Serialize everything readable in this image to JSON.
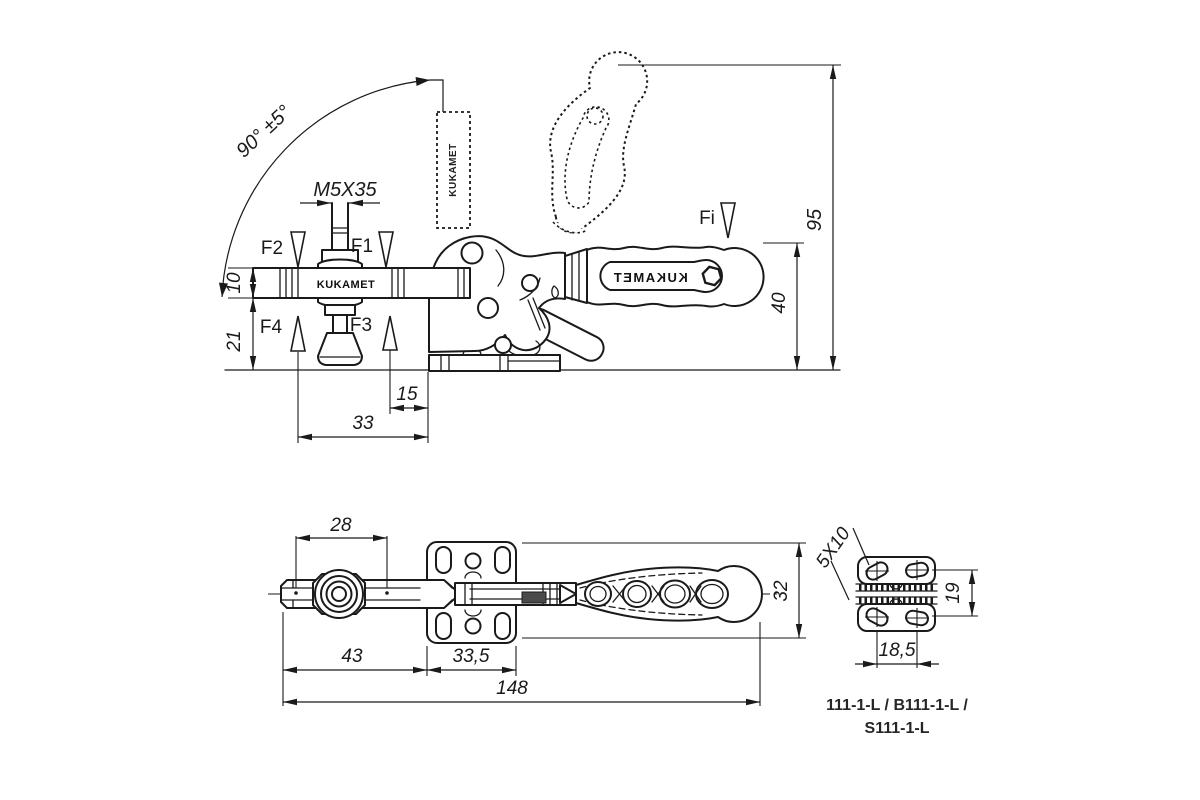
{
  "colors": {
    "line": "#1a1a1a",
    "background": "#ffffff"
  },
  "brand": {
    "name": "KUKAMET"
  },
  "views": {
    "side": {
      "angle_label": "90° ±5°",
      "thread_label": "M5X35",
      "forces": {
        "f1": "F1",
        "f2": "F2",
        "f3": "F3",
        "f4": "F4",
        "fi": "Fi"
      },
      "dims": {
        "bar_height": "10",
        "pad_reach": "21",
        "f3_to_base": "15",
        "f4_to_base": "33",
        "height_open": "95",
        "height_closed": "40"
      }
    },
    "plan": {
      "dims": {
        "fork_width": "28",
        "arm_reach": "43",
        "base_length": "33,5",
        "total_length": "148",
        "base_width": "32"
      }
    },
    "end": {
      "dims": {
        "slot_size": "5X10",
        "row_spacing": "19",
        "hole_spacing": "18,5"
      }
    }
  },
  "part_numbers": {
    "line1": "111-1-L / B111-1-L /",
    "line2": "S111-1-L"
  }
}
